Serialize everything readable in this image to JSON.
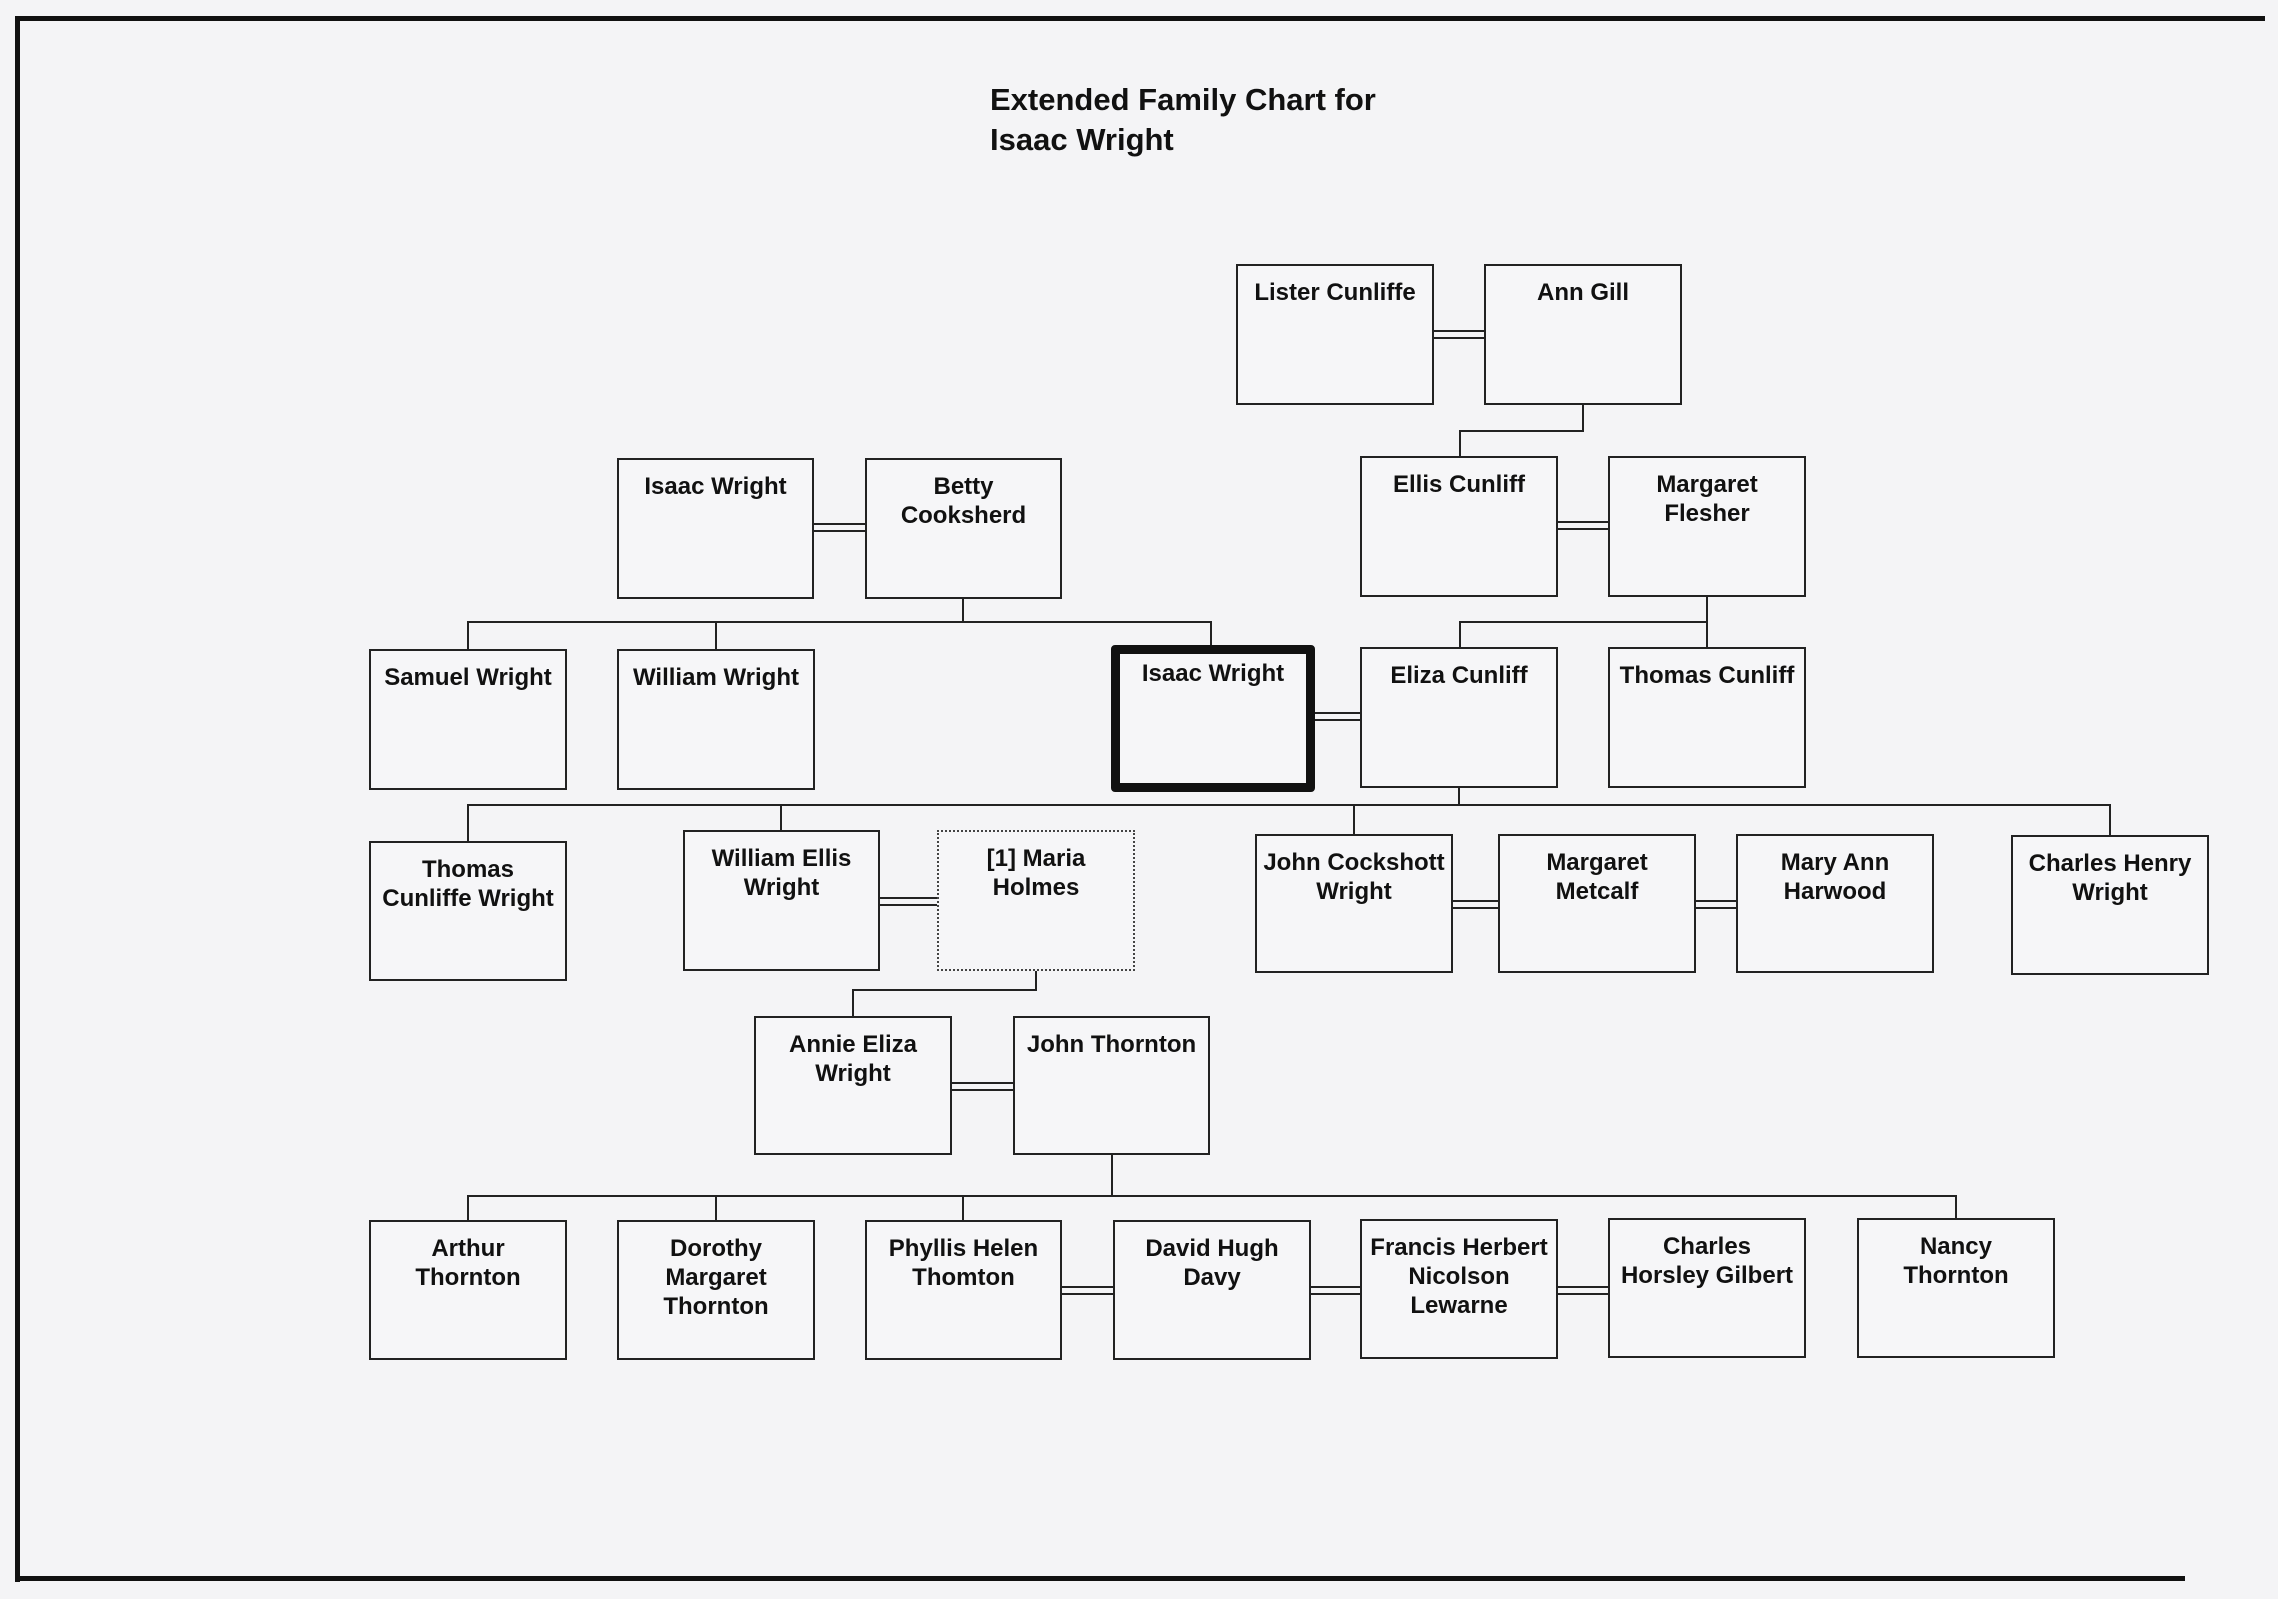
{
  "title": {
    "line1": "Extended Family Chart for",
    "line2": "Isaac Wright"
  },
  "people": {
    "lister_cunliffe": "Lister Cunliffe",
    "ann_gill": "Ann Gill",
    "isaac_wright_father": "Isaac Wright",
    "betty_cooksherd": "Betty Cooksherd",
    "ellis_cunliff": "Ellis Cunliff",
    "margaret_flesher": "Margaret Flesher",
    "samuel_wright": "Samuel Wright",
    "william_wright": "William Wright",
    "isaac_wright_focal": "Isaac Wright",
    "eliza_cunliff": "Eliza Cunliff",
    "thomas_cunliff": "Thomas Cunliff",
    "thomas_cunliffe_wright": "Thomas Cunliffe Wright",
    "william_ellis_wright": "William Ellis Wright",
    "maria_holmes": "[1] Maria Holmes",
    "john_cockshott_wright": "John Cockshott Wright",
    "margaret_metcalf": "Margaret Metcalf",
    "mary_ann_harwood": "Mary Ann Harwood",
    "charles_henry_wright": "Charles Henry Wright",
    "annie_eliza_wright": "Annie Eliza Wright",
    "john_thornton": "John Thornton",
    "arthur_thornton": "Arthur Thornton",
    "dorothy_margaret_thornton": "Dorothy Margaret Thornton",
    "phyllis_helen_thomton": "Phyllis Helen Thomton",
    "david_hugh_davy": "David Hugh Davy",
    "francis_herbert_nicolson_lewarne": "Francis Herbert Nicolson Lewarne",
    "charles_horsley_gilbert": "Charles Horsley Gilbert",
    "nancy_thornton": "Nancy Thornton"
  },
  "focal_person": "isaac_wright_focal",
  "marriages": [
    [
      "lister_cunliffe",
      "ann_gill"
    ],
    [
      "isaac_wright_father",
      "betty_cooksherd"
    ],
    [
      "ellis_cunliff",
      "margaret_flesher"
    ],
    [
      "isaac_wright_focal",
      "eliza_cunliff"
    ],
    [
      "william_ellis_wright",
      "maria_holmes"
    ],
    [
      "john_cockshott_wright",
      "margaret_metcalf"
    ],
    [
      "margaret_metcalf",
      "mary_ann_harwood"
    ],
    [
      "annie_eliza_wright",
      "john_thornton"
    ],
    [
      "phyllis_helen_thomton",
      "david_hugh_davy"
    ],
    [
      "david_hugh_davy",
      "francis_herbert_nicolson_lewarne"
    ],
    [
      "francis_herbert_nicolson_lewarne",
      "charles_horsley_gilbert"
    ]
  ],
  "parent_child": [
    {
      "parents": [
        "lister_cunliffe",
        "ann_gill"
      ],
      "children": [
        "ellis_cunliff"
      ]
    },
    {
      "parents": [
        "isaac_wright_father",
        "betty_cooksherd"
      ],
      "children": [
        "samuel_wright",
        "william_wright",
        "isaac_wright_focal"
      ]
    },
    {
      "parents": [
        "ellis_cunliff",
        "margaret_flesher"
      ],
      "children": [
        "eliza_cunliff",
        "thomas_cunliff"
      ]
    },
    {
      "parents": [
        "isaac_wright_focal",
        "eliza_cunliff"
      ],
      "children": [
        "thomas_cunliffe_wright",
        "william_ellis_wright",
        "john_cockshott_wright",
        "charles_henry_wright"
      ]
    },
    {
      "parents": [
        "william_ellis_wright",
        "maria_holmes"
      ],
      "children": [
        "annie_eliza_wright"
      ]
    },
    {
      "parents": [
        "annie_eliza_wright",
        "john_thornton"
      ],
      "children": [
        "arthur_thornton",
        "dorothy_margaret_thornton",
        "phyllis_helen_thomton",
        "nancy_thornton"
      ]
    }
  ]
}
